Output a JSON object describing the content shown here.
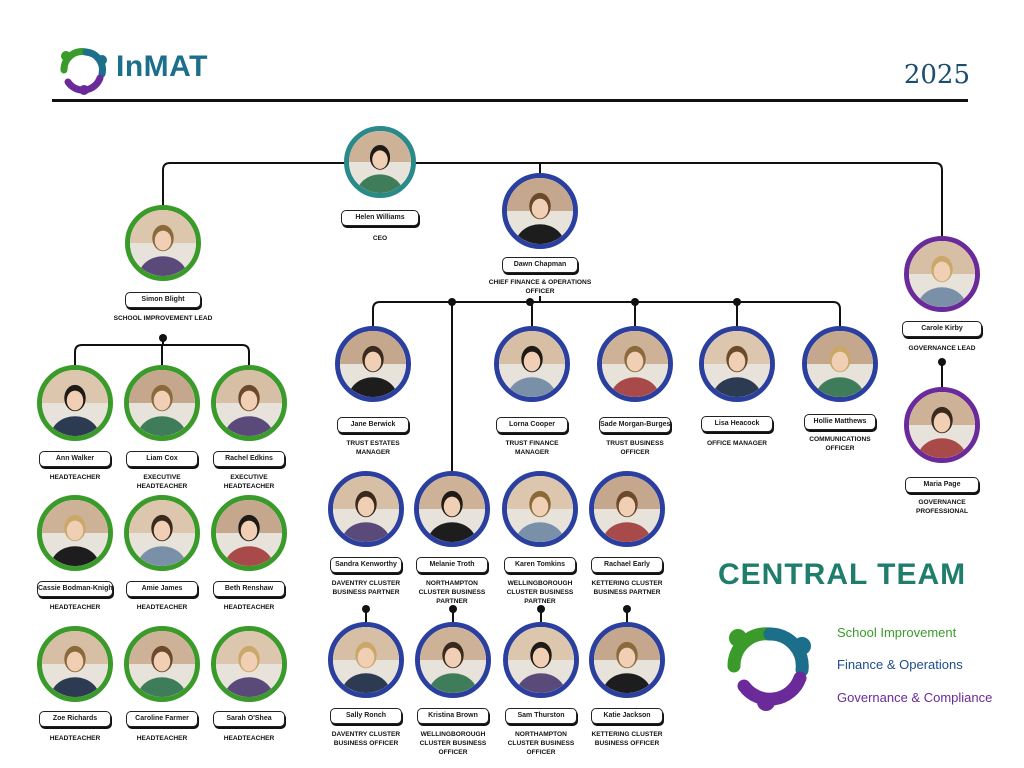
{
  "header": {
    "logo_text": "InMAT",
    "year": "2025"
  },
  "colors": {
    "school_improvement": "#3a9a2a",
    "finance_operations": "#2b3f9e",
    "governance_compliance": "#6b2a9a",
    "ceo": "#2a8a8a",
    "central_title": "#1f7d6b"
  },
  "ceo": {
    "name": "Helen Williams",
    "role": "CEO"
  },
  "school_improvement": {
    "lead": {
      "name": "Simon Blight",
      "role": "SCHOOL IMPROVEMENT LEAD"
    },
    "staff": [
      {
        "name": "Ann Walker",
        "role": "HEADTEACHER"
      },
      {
        "name": "Liam Cox",
        "role": "EXECUTIVE HEADTEACHER"
      },
      {
        "name": "Rachel Edkins",
        "role": "EXECUTIVE HEADTEACHER"
      },
      {
        "name": "Cassie Bodman-Knight",
        "role": "HEADTEACHER"
      },
      {
        "name": "Amie James",
        "role": "HEADTEACHER"
      },
      {
        "name": "Beth Renshaw",
        "role": "HEADTEACHER"
      },
      {
        "name": "Zoe Richards",
        "role": "HEADTEACHER"
      },
      {
        "name": "Caroline Farmer",
        "role": "HEADTEACHER"
      },
      {
        "name": "Sarah O'Shea",
        "role": "HEADTEACHER"
      }
    ]
  },
  "finance_operations": {
    "lead": {
      "name": "Dawn Chapman",
      "role": "CHIEF FINANCE & OPERATIONS OFFICER"
    },
    "managers": [
      {
        "name": "Jane Berwick",
        "role": "TRUST ESTATES MANAGER"
      },
      {
        "name": "Lorna Cooper",
        "role": "TRUST FINANCE MANAGER"
      },
      {
        "name": "Sade Morgan-Burgess",
        "role": "TRUST BUSINESS OFFICER"
      },
      {
        "name": "Lisa Heacock",
        "role": "OFFICE MANAGER"
      },
      {
        "name": "Hollie Matthews",
        "role": "COMMUNICATIONS OFFICER"
      }
    ],
    "partners": [
      {
        "name": "Sandra Kenworthy",
        "role": "DAVENTRY CLUSTER BUSINESS PARTNER"
      },
      {
        "name": "Melanie Troth",
        "role": "NORTHAMPTON CLUSTER BUSINESS PARTNER"
      },
      {
        "name": "Karen Tomkins",
        "role": "WELLINGBOROUGH CLUSTER BUSINESS PARTNER"
      },
      {
        "name": "Rachael Early",
        "role": "KETTERING CLUSTER BUSINESS PARTNER"
      }
    ],
    "officers": [
      {
        "name": "Sally Ronch",
        "role": "DAVENTRY CLUSTER BUSINESS OFFICER"
      },
      {
        "name": "Kristina Brown",
        "role": "WELLINGBOROUGH CLUSTER BUSINESS OFFICER"
      },
      {
        "name": "Sam Thurston",
        "role": "NORTHAMPTON CLUSTER BUSINESS OFFICER"
      },
      {
        "name": "Katie Jackson",
        "role": "KETTERING CLUSTER BUSINESS OFFICER"
      }
    ]
  },
  "governance": {
    "lead": {
      "name": "Carole Kirby",
      "role": "GOVERNANCE LEAD"
    },
    "staff": [
      {
        "name": "Maria Page",
        "role": "GOVERNANCE PROFESSIONAL"
      }
    ]
  },
  "legend": {
    "title": "CENTRAL TEAM",
    "items": [
      {
        "label": "School Improvement",
        "color": "#3a9a2a"
      },
      {
        "label": "Finance & Operations",
        "color": "#1b4d8a"
      },
      {
        "label": "Governance & Compliance",
        "color": "#6b2a9a"
      }
    ]
  }
}
